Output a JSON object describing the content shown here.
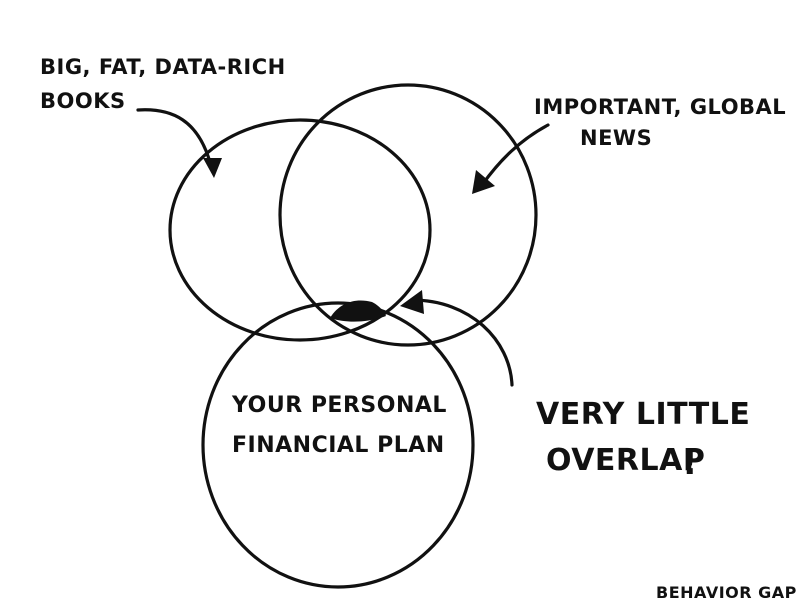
{
  "labels": {
    "books_line1": "Big, Fat, Data-Rich",
    "books_line2": "Books",
    "news_line1": "Important, Global",
    "news_line2": "News",
    "plan_line1": "Your Personal",
    "plan_line2": "Financial Plan",
    "overlap_line1": "Very Little",
    "overlap_line2": "Overlap",
    "overlap_mark": "!",
    "brand": "Behavior Gap"
  },
  "colors": {
    "ink": "#111111",
    "background": "#ffffff"
  }
}
